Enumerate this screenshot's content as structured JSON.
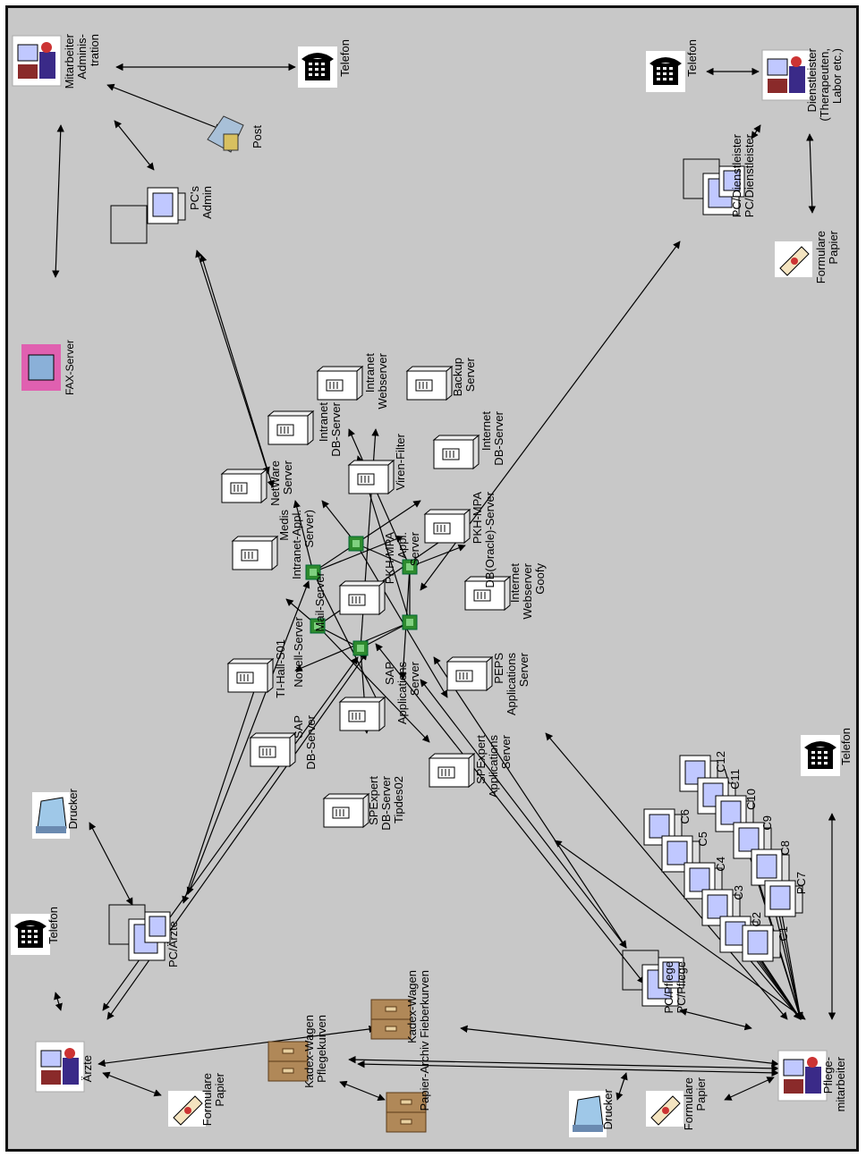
{
  "nodes": {
    "mitarbeiter_admin": [
      "Mitarbeiter",
      "Adminis-",
      "tration"
    ],
    "telefon_top": [
      "Telefon"
    ],
    "post": [
      "Post"
    ],
    "pcs_admin": [
      "PC's",
      "Admin"
    ],
    "fax_server": [
      "FAX-Server"
    ],
    "telefon_right": [
      "Telefon"
    ],
    "dienstleister": [
      "Dienstleister",
      "(Therapeuten,",
      "Labor etc.)"
    ],
    "pc_dienstleister": [
      "PC/Dienstleister",
      "PC/Dienstleister"
    ],
    "formulare_papier_tr": [
      "Formulare",
      "Papier"
    ],
    "intranet_webserver": [
      "Intranet",
      "Webserver"
    ],
    "backup_server": [
      "Backup",
      "Server"
    ],
    "intranet_db_server": [
      "Intranet",
      "DB-Server"
    ],
    "internet_db_server": [
      "Internet",
      "DB-Server"
    ],
    "netware_server": [
      "NetWare",
      "Server"
    ],
    "viren_filter": [
      "Viren-Filter"
    ],
    "medis_appl": [
      "Medis",
      "Intranet-Appl.",
      "Server)"
    ],
    "pkh_mpa_db": [
      "PKH-MPA",
      "DB(Oracle)-Server"
    ],
    "pkh_mpa_appl": [
      "PKH-MPA",
      "Appl.",
      "Server"
    ],
    "mail_server": [
      "Mail-Server"
    ],
    "novell_server": [
      "Novell-Server"
    ],
    "internet_webserver": [
      "Internet",
      "Webserver",
      "Goofy"
    ],
    "ti_hall": [
      "TI-Hall-S01"
    ],
    "peps": [
      "PEPS",
      "Applications",
      "Server"
    ],
    "sap_applications": [
      "SAP",
      "Applications",
      "Server"
    ],
    "sap_db": [
      "SAP",
      "DB-Server"
    ],
    "spexpert_applications": [
      "SPExpert",
      "Applications",
      "Server"
    ],
    "spexpert_db": [
      "SPExpert",
      "DB-Server",
      "Tipdes02"
    ],
    "drucker_left": [
      "Drucker"
    ],
    "telefon_left": [
      "Telefon"
    ],
    "pc_aerzte": [
      "PC/Ärzte"
    ],
    "aerzte": [
      "Ärzte"
    ],
    "formulare_papier_bl": [
      "Formulare",
      "Papier"
    ],
    "kadex_pflegekurven": [
      "Kadex-Wagen",
      "Pflegekurven"
    ],
    "kadex_fieberkurven": [
      "Kadex-Wagen",
      "Papier-Archiv Fieberkurven"
    ],
    "papier_archiv": [],
    "drucker_bottom": [
      "Drucker"
    ],
    "formulare_papier_br": [
      "Formulare",
      "Papier"
    ],
    "pc_pflege": [
      "PC/Pflege",
      "PC/Pflege"
    ],
    "pflegemitarbeiter": [
      "Pflege-",
      "mitarbeiter"
    ],
    "telefon_br": [
      "Telefon"
    ],
    "pc_labels": [
      "C6",
      "C5",
      "C4",
      "C3",
      "C2",
      "C1",
      "C12",
      "C11",
      "C10",
      "C9",
      "C8",
      "PC7"
    ]
  },
  "colors": {
    "background": "#c8c8c8",
    "hub": "#2e8b2e",
    "monitor": "#c0c8ff",
    "printer": "#9fc8e8",
    "cabinet": "#b08858",
    "fax": "#e060b0"
  }
}
